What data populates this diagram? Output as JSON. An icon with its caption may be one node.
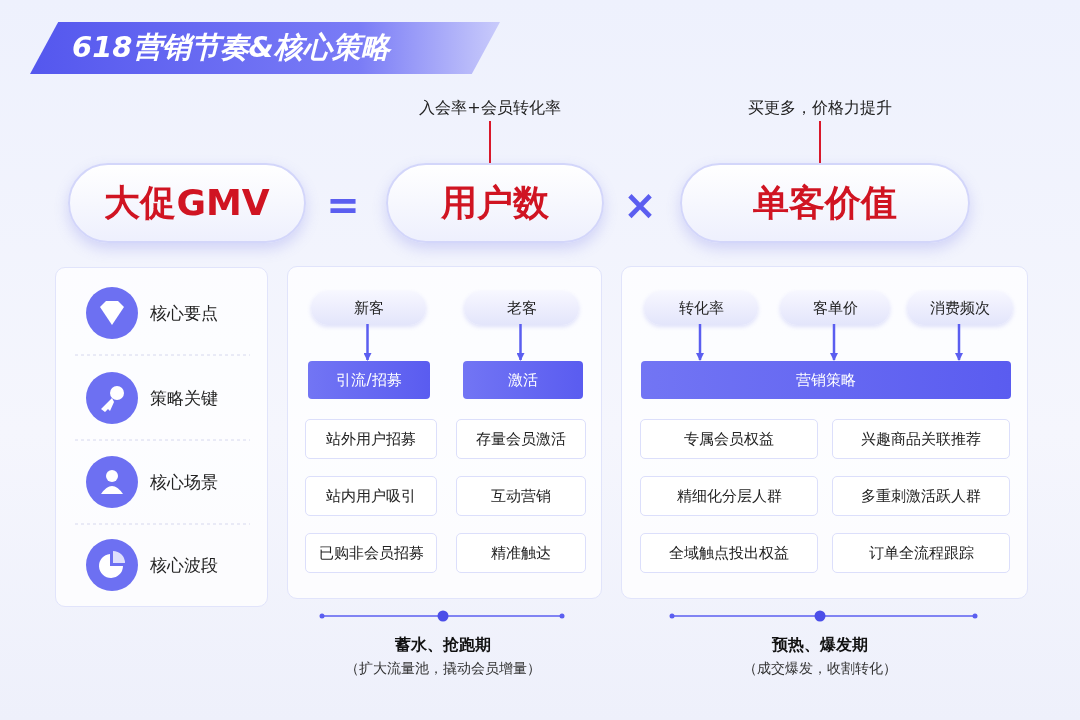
{
  "diagram": {
    "title": "618营销节奏&核心策略",
    "nodes": [
      {
        "text": [
          "大促GMV"
        ]
      },
      {
        "text": [
          "用户数"
        ]
      },
      {
        "text": [
          "单客价值"
        ]
      },
      {
        "text": [
          "入会率+会员转化率"
        ]
      },
      {
        "text": [
          "买更多，价格力提升"
        ]
      },
      {
        "text": [],
        "shape": "box"
      },
      {
        "text": [
          "新客"
        ],
        "in": 5
      },
      {
        "text": [
          "老客"
        ],
        "in": 5
      },
      {
        "text": [
          "引流/招募"
        ],
        "in": 5
      },
      {
        "text": [
          "激活"
        ],
        "in": 5
      },
      {
        "text": [
          "站外用户招募"
        ],
        "in": 5
      },
      {
        "text": [
          "存量会员激活"
        ],
        "in": 5
      },
      {
        "text": [
          "站内用户吸引"
        ],
        "in": 5
      },
      {
        "text": [
          "互动营销"
        ],
        "in": 5
      },
      {
        "text": [
          "已购非会员招募"
        ],
        "in": 5
      },
      {
        "text": [
          "精准触达"
        ],
        "in": 5
      },
      {
        "text": [],
        "shape": "box"
      },
      {
        "text": [
          "转化率"
        ],
        "in": 16
      },
      {
        "text": [
          "客单价"
        ],
        "in": 16
      },
      {
        "text": [
          "消费频次"
        ],
        "in": 16
      },
      {
        "text": [
          "营销策略"
        ],
        "in": 16
      },
      {
        "text": [
          "专属会员权益"
        ],
        "in": 16
      },
      {
        "text": [
          "兴趣商品关联推荐"
        ],
        "in": 16
      },
      {
        "text": [
          "精细化分层人群"
        ],
        "in": 16
      },
      {
        "text": [
          "多重刺激活跃人群"
        ],
        "in": 16
      },
      {
        "text": [
          "全域触点投出权益"
        ],
        "in": 16
      },
      {
        "text": [
          "订单全流程跟踪"
        ],
        "in": 16
      }
    ],
    "edges": [
      {
        "from": 3,
        "to": 1,
        "arrow": "none",
        "color": "#d9182a"
      },
      {
        "from": 4,
        "to": 2,
        "arrow": "none",
        "color": "#d9182a"
      },
      {
        "from": 6,
        "to": 8,
        "arrow": "to"
      },
      {
        "from": 7,
        "to": 9,
        "arrow": "to"
      },
      {
        "from": 17,
        "to": 20,
        "arrow": "to"
      },
      {
        "from": 18,
        "to": 20,
        "arrow": "to"
      },
      {
        "from": 19,
        "to": 20,
        "arrow": "to"
      }
    ],
    "labels": [
      "=",
      "×",
      "核心要点",
      "策略关键",
      "核心场景",
      "核心波段",
      "蓄水、抢跑期",
      "（扩大流量池，撬动会员增量）",
      "预热、爆发期",
      "（成交爆发，收割转化）"
    ]
  }
}
